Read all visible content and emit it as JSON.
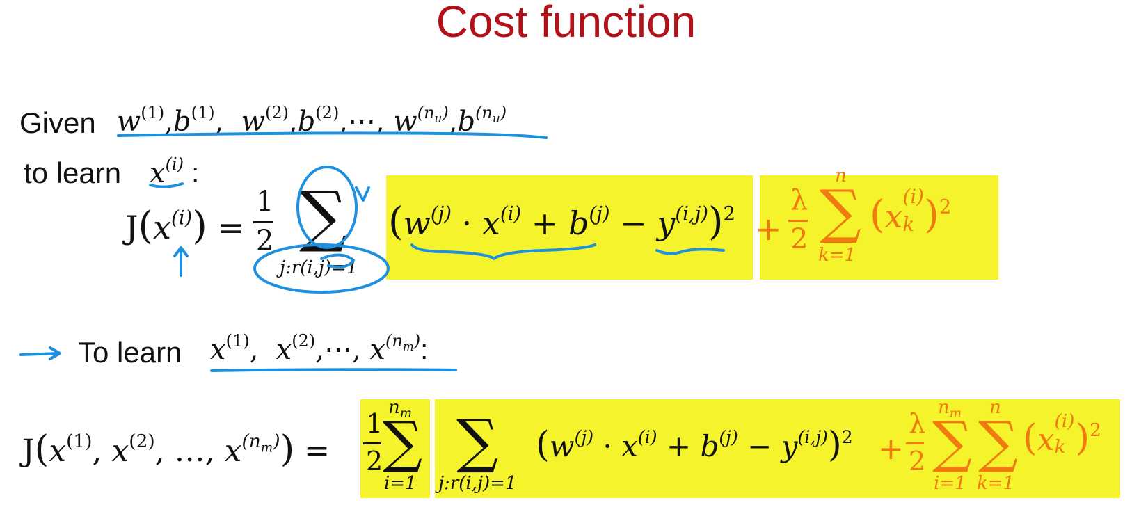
{
  "title": "Cost function",
  "given": {
    "label": "Given",
    "expr": "w(1),b(1), w(2),b(2),⋯, w(nu),b(nu)"
  },
  "to_learn_xi": {
    "label": "to learn",
    "var": "x(i)",
    "colon": ":"
  },
  "eq1": {
    "lhs": "J(x(i)) =",
    "frac_num": "1",
    "frac_den": "2",
    "sum_sym": "∑",
    "sum_lower": "j:r(i,j)=1",
    "term": "(w(j) · x(i) + b(j) − y(i,j))",
    "power": "2",
    "reg_plus": "+",
    "reg_num": "λ",
    "reg_den": "2",
    "reg_sum_upper": "n",
    "reg_sum_lower": "k=1",
    "reg_term": "(xk(i))",
    "reg_power": "2"
  },
  "to_learn_all": {
    "label": "To learn",
    "expr": "x(1), x(2),⋯, x(nm)",
    "colon": ":"
  },
  "eq2": {
    "lhs": "J(x(1), x(2), …, x(nm)) =",
    "frac_num": "1",
    "frac_den": "2",
    "sum1_upper": "nm",
    "sum1_lower": "i=1",
    "sum2_lower": "j:r(i,j)=1",
    "term": "(w(j) · x(i) + b(j) − y(i,j))",
    "power": "2",
    "reg_plus": "+",
    "reg_num": "λ",
    "reg_den": "2",
    "reg_sum1_upper": "nm",
    "reg_sum1_lower": "i=1",
    "reg_sum2_upper": "n",
    "reg_sum2_lower": "k=1",
    "reg_term": "(xk(i))",
    "reg_power": "2"
  },
  "colors": {
    "title": "#b3121b",
    "highlight": "#f5f32b",
    "regularization": "#f07a10",
    "annotation": "#1e90e0"
  },
  "icons": [
    "arrow-right-icon",
    "arrow-up-icon"
  ]
}
